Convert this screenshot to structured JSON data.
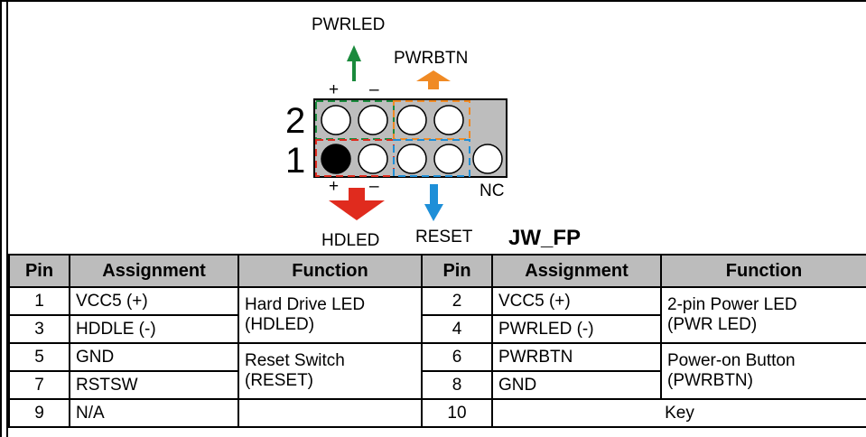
{
  "diagram": {
    "title": "JW_FP",
    "row_labels": [
      "2",
      "1"
    ],
    "signals": {
      "pwrled": "PWRLED",
      "pwrbtn": "PWRBTN",
      "hdled": "HDLED",
      "reset": "RESET",
      "nc": "NC"
    },
    "polarity": {
      "plus": "+",
      "minus": "–"
    },
    "colors": {
      "pwrled": "#1a8a3c",
      "pwrbtn": "#f08a24",
      "hdled": "#e02b1e",
      "reset": "#1e8fd8",
      "header_bg": "#bdbdbd"
    },
    "pin1_filled": true
  },
  "table": {
    "headers": [
      "Pin",
      "Assignment",
      "Function",
      "Pin",
      "Assignment",
      "Function"
    ],
    "rows": [
      {
        "pin_a": "1",
        "assign_a": "VCC5 (+)",
        "pin_b": "2",
        "assign_b": "VCC5 (+)"
      },
      {
        "pin_a": "3",
        "assign_a": "HDDLE (-)",
        "pin_b": "4",
        "assign_b": "PWRLED (-)"
      },
      {
        "pin_a": "5",
        "assign_a": "GND",
        "pin_b": "6",
        "assign_b": "PWRBTN"
      },
      {
        "pin_a": "7",
        "assign_a": "RSTSW",
        "pin_b": "8",
        "assign_b": "GND"
      },
      {
        "pin_a": "9",
        "assign_a": "N/A",
        "pin_b": "10",
        "assign_b": "Key"
      }
    ],
    "functions": {
      "hard_drive_led_1": "Hard Drive LED",
      "hard_drive_led_2": "(HDLED)",
      "power_led_1": "2-pin Power LED",
      "power_led_2": "(PWR LED)",
      "reset_1": "Reset Switch",
      "reset_2": "(RESET)",
      "power_button_1": "Power-on Button",
      "power_button_2": "(PWRBTN)"
    }
  }
}
